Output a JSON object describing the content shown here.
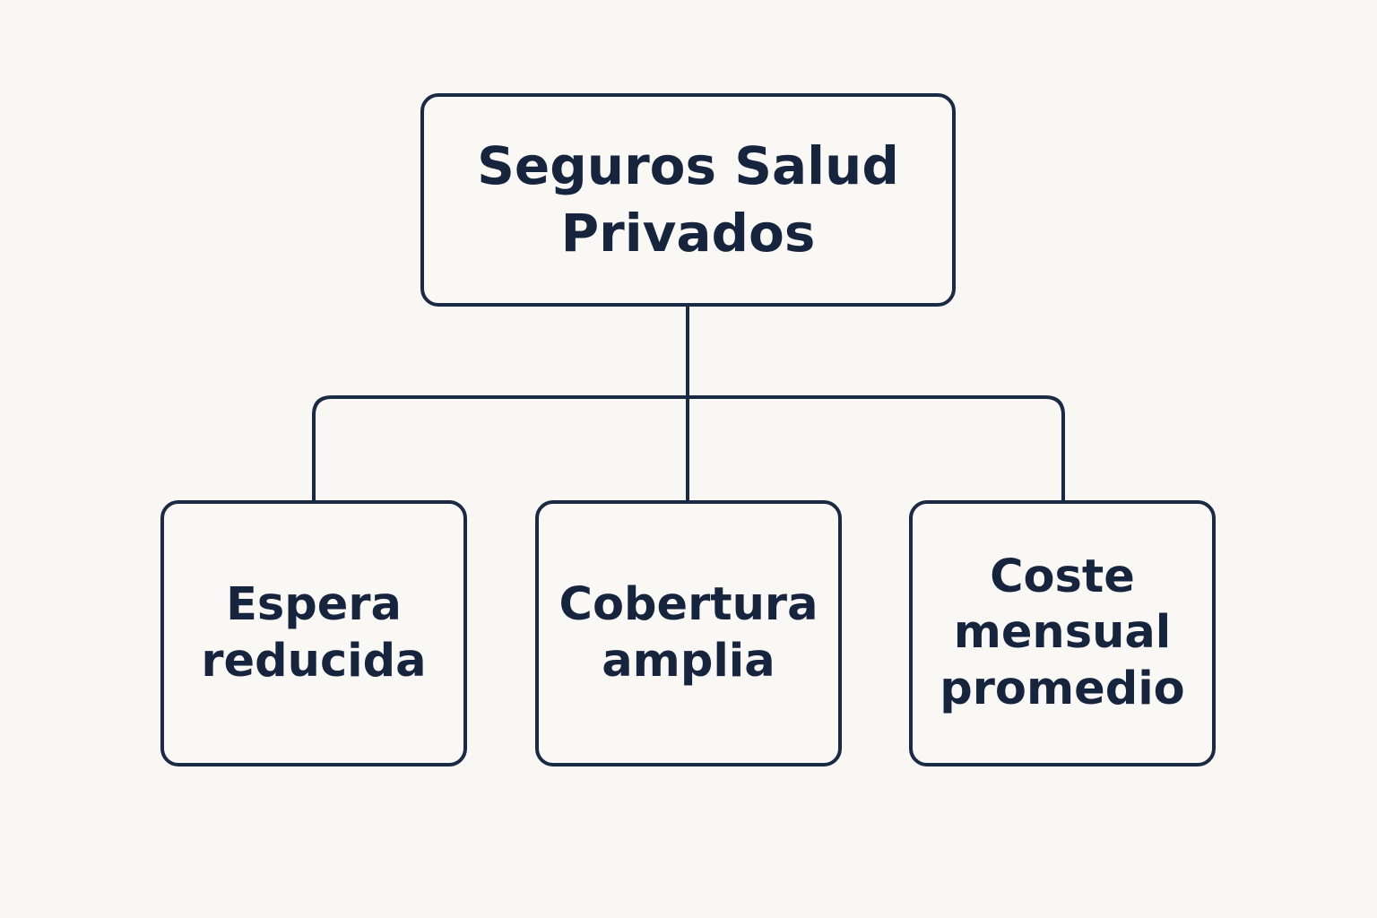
{
  "diagram": {
    "root": {
      "lines": [
        "Seguros Salud",
        "Privados"
      ]
    },
    "children": [
      {
        "lines": [
          "Espera",
          "reducida"
        ]
      },
      {
        "lines": [
          "Cobertura",
          "amplia"
        ]
      },
      {
        "lines": [
          "Coste",
          "mensual",
          "promedio"
        ]
      }
    ],
    "colors": {
      "background": "#f9f7f3",
      "stroke": "#1b2a44",
      "text": "#16243d"
    }
  }
}
